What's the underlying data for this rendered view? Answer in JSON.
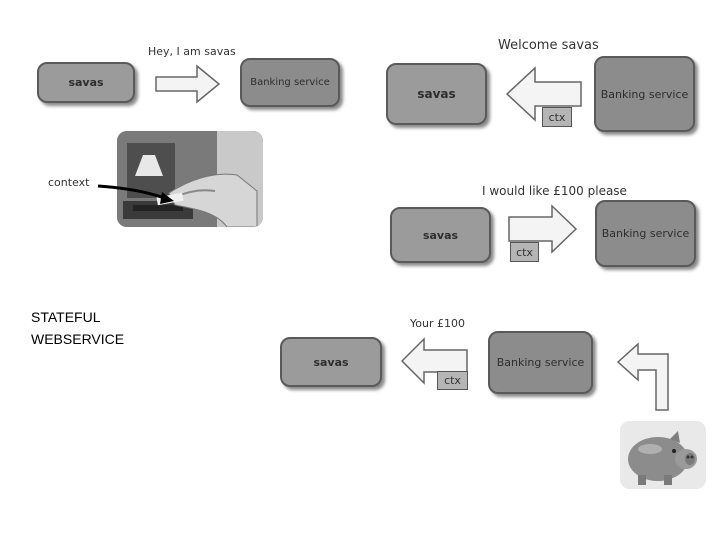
{
  "title_lines": [
    "STATEFUL",
    "WEBSERVICE"
  ],
  "context_label": "context",
  "ctx_tag": "ctx",
  "step1": {
    "client": "savas",
    "message": "Hey, I am savas",
    "server": "Banking service"
  },
  "step2": {
    "client": "savas",
    "message": "Welcome savas",
    "server": "Banking service"
  },
  "step3": {
    "client": "savas",
    "message": "I would like £100 please",
    "server": "Banking service"
  },
  "step4": {
    "client": "savas",
    "message": "Your £100",
    "server": "Banking service"
  },
  "images": [
    "atm-card-photo",
    "piggy-bank-photo"
  ],
  "colors": {
    "client_box": "#9b9b9b",
    "server_box": "#8c8c8c",
    "arrow_fill": "#f4f4f4",
    "ctx_tag": "#b5b5b5"
  }
}
